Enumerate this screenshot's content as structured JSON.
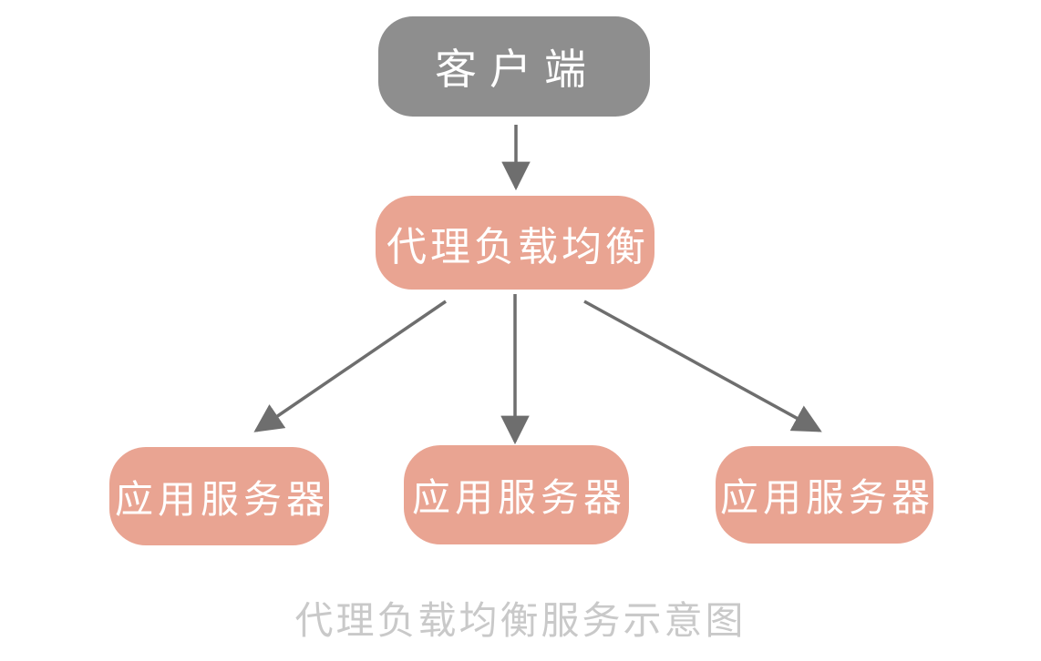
{
  "diagram": {
    "title": "代理负载均衡服务示意图",
    "nodes": {
      "client": {
        "label": "客户端"
      },
      "proxy": {
        "label": "代理负载均衡"
      },
      "server1": {
        "label": "应用服务器"
      },
      "server2": {
        "label": "应用服务器"
      },
      "server3": {
        "label": "应用服务器"
      }
    },
    "edges": [
      {
        "from": "client",
        "to": "proxy"
      },
      {
        "from": "proxy",
        "to": "server1"
      },
      {
        "from": "proxy",
        "to": "server2"
      },
      {
        "from": "proxy",
        "to": "server3"
      }
    ],
    "colors": {
      "background": "#ffffff",
      "client_bg": "#8e8e8e",
      "node_bg": "#e9a492",
      "node_text": "#ffffff",
      "arrow": "#6e6e6e",
      "caption_text": "#c9c9c9"
    }
  }
}
